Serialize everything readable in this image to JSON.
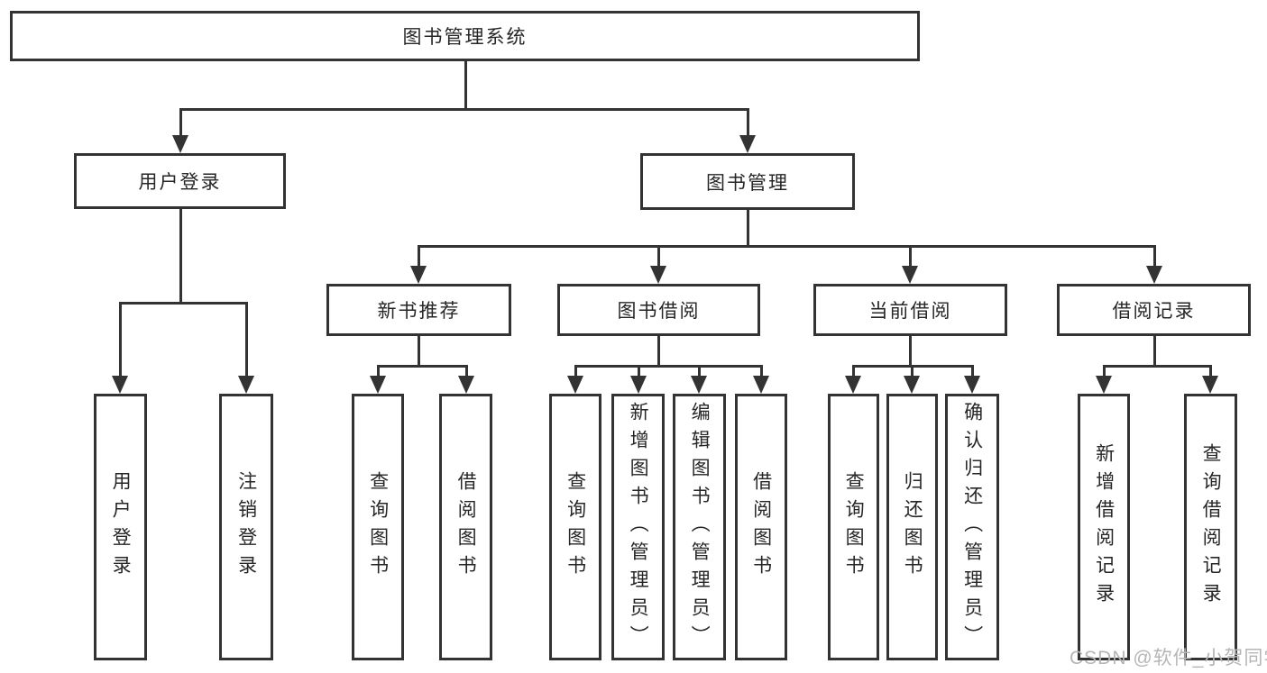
{
  "colors": {
    "line": "#333333",
    "box_border": "#333333",
    "background": "#ffffff",
    "text": "#262626",
    "watermark": "#b5b5b5"
  },
  "watermark": {
    "text": "CSDN @软件_小贺同学"
  },
  "tree": {
    "label": "图书管理系统",
    "children": [
      {
        "label": "用户登录",
        "children": [
          {
            "label": "用户登录"
          },
          {
            "label": "注销登录"
          }
        ]
      },
      {
        "label": "图书管理",
        "children": [
          {
            "label": "新书推荐",
            "children": [
              {
                "label": "查询图书"
              },
              {
                "label": "借阅图书"
              }
            ]
          },
          {
            "label": "图书借阅",
            "children": [
              {
                "label": "查询图书"
              },
              {
                "label": "新增图书（管理员）"
              },
              {
                "label": "编辑图书（管理员）"
              },
              {
                "label": "借阅图书"
              }
            ]
          },
          {
            "label": "当前借阅",
            "children": [
              {
                "label": "查询图书"
              },
              {
                "label": "归还图书"
              },
              {
                "label": "确认归还（管理员）"
              }
            ]
          },
          {
            "label": "借阅记录",
            "children": [
              {
                "label": "新增借阅记录"
              },
              {
                "label": "查询借阅记录"
              }
            ]
          }
        ]
      }
    ]
  }
}
